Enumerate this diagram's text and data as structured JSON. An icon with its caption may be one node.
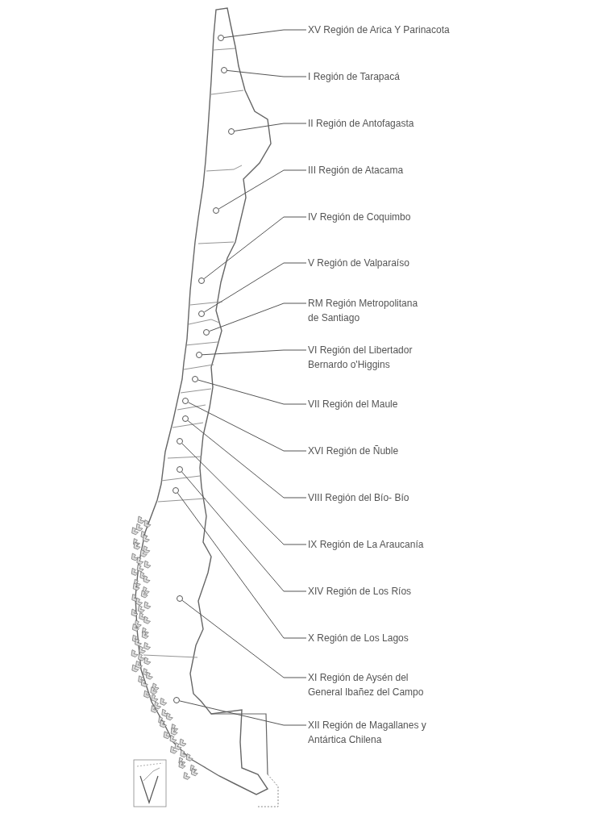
{
  "diagram": {
    "nodes": [
      {
        "text": [
          "XV Región de Arica Y Parinacota"
        ]
      },
      {
        "text": [
          "I Región de Tarapacá"
        ]
      },
      {
        "text": [
          "II Región de Antofagasta"
        ]
      },
      {
        "text": [
          "III Región de Atacama"
        ]
      },
      {
        "text": [
          "IV Región de Coquimbo"
        ]
      },
      {
        "text": [
          "V Región de Valparaíso"
        ]
      },
      {
        "text": [
          "RM Región Metropolitana de Santiago"
        ]
      },
      {
        "text": [
          "VI Región del Libertador Bernardo o'Higgins"
        ]
      },
      {
        "text": [
          "VII Región del Maule"
        ]
      },
      {
        "text": [
          "XVI Región de Ñuble"
        ]
      },
      {
        "text": [
          "VIII Región del Bío- Bío"
        ]
      },
      {
        "text": [
          "IX Región de La Araucanía"
        ]
      },
      {
        "text": [
          "XIV Región de Los Ríos"
        ]
      },
      {
        "text": [
          "X Región de Los Lagos"
        ]
      },
      {
        "text": [
          "XI Región de Aysén del General Ibañez del Campo"
        ]
      },
      {
        "text": [
          "XII Región de Magallanes y Antártica Chilena"
        ]
      },
      {
        "text": [],
        "shape": "circle"
      },
      {
        "text": [],
        "shape": "circle"
      },
      {
        "text": [],
        "shape": "circle"
      },
      {
        "text": [],
        "shape": "circle"
      },
      {
        "text": [],
        "shape": "circle"
      },
      {
        "text": [],
        "shape": "circle"
      },
      {
        "text": [],
        "shape": "circle"
      },
      {
        "text": [],
        "shape": "circle"
      },
      {
        "text": [],
        "shape": "circle"
      },
      {
        "text": [],
        "shape": "circle"
      },
      {
        "text": [],
        "shape": "circle"
      },
      {
        "text": [],
        "shape": "circle"
      },
      {
        "text": [],
        "shape": "circle"
      },
      {
        "text": [],
        "shape": "circle"
      },
      {
        "text": [],
        "shape": "circle"
      },
      {
        "text": [],
        "shape": "circle"
      }
    ],
    "edges": [
      {
        "from": 0,
        "to": 16,
        "arrow": "none"
      },
      {
        "from": 1,
        "to": 17,
        "arrow": "none"
      },
      {
        "from": 2,
        "to": 18,
        "arrow": "none"
      },
      {
        "from": 3,
        "to": 19,
        "arrow": "none"
      },
      {
        "from": 4,
        "to": 20,
        "arrow": "none"
      },
      {
        "from": 5,
        "to": 21,
        "arrow": "none"
      },
      {
        "from": 6,
        "to": 22,
        "arrow": "none"
      },
      {
        "from": 7,
        "to": 23,
        "arrow": "none"
      },
      {
        "from": 8,
        "to": 24,
        "arrow": "none"
      },
      {
        "from": 9,
        "to": 25,
        "arrow": "none"
      },
      {
        "from": 10,
        "to": 26,
        "arrow": "none"
      },
      {
        "from": 11,
        "to": 27,
        "arrow": "none"
      },
      {
        "from": 12,
        "to": 28,
        "arrow": "none"
      },
      {
        "from": 13,
        "to": 29,
        "arrow": "none"
      },
      {
        "from": 14,
        "to": 30,
        "arrow": "none"
      },
      {
        "from": 15,
        "to": 31,
        "arrow": "none"
      }
    ]
  }
}
